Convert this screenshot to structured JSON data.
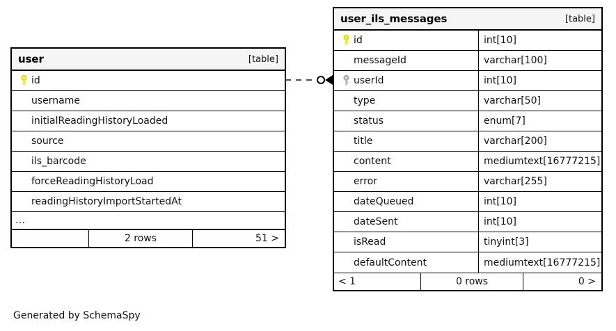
{
  "diagram": {
    "generated_by": "Generated by SchemaSpy"
  },
  "tables": [
    {
      "id": "user",
      "name": "user",
      "kind": "[table]",
      "columns": [
        {
          "name": "id",
          "type": "",
          "key": "primary"
        },
        {
          "name": "username",
          "type": "",
          "key": "none"
        },
        {
          "name": "initialReadingHistoryLoaded",
          "type": "",
          "key": "none"
        },
        {
          "name": "source",
          "type": "",
          "key": "none"
        },
        {
          "name": "ils_barcode",
          "type": "",
          "key": "none"
        },
        {
          "name": "forceReadingHistoryLoad",
          "type": "",
          "key": "none"
        },
        {
          "name": "readingHistoryImportStartedAt",
          "type": "",
          "key": "none"
        }
      ],
      "more_indicator": "…",
      "footer": {
        "prev": "",
        "rows": "2 rows",
        "next": "51 >"
      }
    },
    {
      "id": "user_ils_messages",
      "name": "user_ils_messages",
      "kind": "[table]",
      "columns": [
        {
          "name": "id",
          "type": "int[10]",
          "key": "primary"
        },
        {
          "name": "messageId",
          "type": "varchar[100]",
          "key": "none"
        },
        {
          "name": "userId",
          "type": "int[10]",
          "key": "foreign"
        },
        {
          "name": "type",
          "type": "varchar[50]",
          "key": "none"
        },
        {
          "name": "status",
          "type": "enum[7]",
          "key": "none"
        },
        {
          "name": "title",
          "type": "varchar[200]",
          "key": "none"
        },
        {
          "name": "content",
          "type": "mediumtext[16777215]",
          "key": "none"
        },
        {
          "name": "error",
          "type": "varchar[255]",
          "key": "none"
        },
        {
          "name": "dateQueued",
          "type": "int[10]",
          "key": "none"
        },
        {
          "name": "dateSent",
          "type": "int[10]",
          "key": "none"
        },
        {
          "name": "isRead",
          "type": "tinyint[3]",
          "key": "none"
        },
        {
          "name": "defaultContent",
          "type": "mediumtext[16777215]",
          "key": "none"
        }
      ],
      "more_indicator": "",
      "footer": {
        "prev": "< 1",
        "rows": "0 rows",
        "next": "0 >"
      }
    }
  ],
  "relationship": {
    "from_table": "user",
    "from_column": "id",
    "to_table": "user_ils_messages",
    "to_column": "userId",
    "line_style": "dashed",
    "source_marker": "zero-or-one-circle",
    "target_marker": "crows-foot"
  },
  "colors": {
    "primary_key": "#e8e800",
    "foreign_key": "#b0b0b0",
    "border": "#000000",
    "header_background": "#f5f5f5",
    "text": "#111111",
    "background": "#ffffff"
  }
}
